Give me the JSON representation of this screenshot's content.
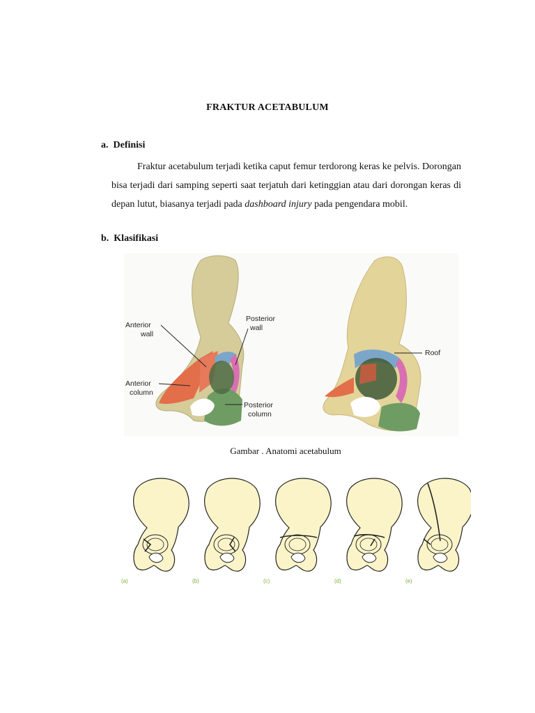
{
  "title": "FRAKTUR ACETABULUM",
  "sections": {
    "a": {
      "marker": "a.",
      "heading": "Definisi",
      "para_start": "Fraktur acetabulum terjadi ketika caput femur terdorong keras ke pelvis. Dorongan bisa terjadi dari samping seperti saat terjatuh dari ketinggian atau dari dorongan keras di depan lutut, biasanya terjadi pada ",
      "para_italic": "dashboard injury",
      "para_end": " pada pengendara mobil."
    },
    "b": {
      "marker": "b.",
      "heading": "Klasifikasi"
    }
  },
  "figure1": {
    "labels": {
      "anterior_wall_1": "Anterior",
      "anterior_wall_2": "wall",
      "anterior_column_1": "Anterior",
      "anterior_column_2": "column",
      "posterior_wall_1": "Posterior",
      "posterior_wall_2": "wall",
      "posterior_column_1": "Posterior",
      "posterior_column_2": "column",
      "roof": "Roof"
    },
    "caption": "Gambar . Anatomi acetabulum"
  },
  "figure2": {
    "panel_labels": [
      "(a)",
      "(b)",
      "(c)",
      "(d)",
      "(e)"
    ]
  },
  "colors": {
    "bone": "#d9cf9c",
    "anterior": "#e36e4a",
    "posterior_column": "#6f9c62",
    "posterior_wall": "#d86fb3",
    "roof": "#7ba6c9",
    "diagram_fill": "#fbf4c9",
    "panel_label": "#7cae3c"
  }
}
